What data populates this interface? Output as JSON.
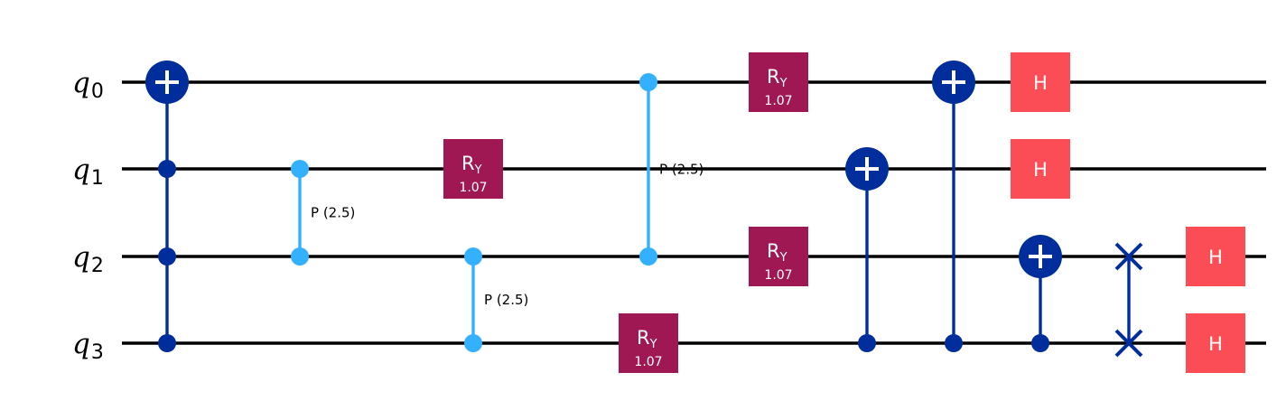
{
  "circuit": {
    "qubits": [
      {
        "name": "q",
        "index": "0"
      },
      {
        "name": "q",
        "index": "1"
      },
      {
        "name": "q",
        "index": "2"
      },
      {
        "name": "q",
        "index": "3"
      }
    ],
    "colors": {
      "wire": "#000000",
      "cx": "#002d9c",
      "cp": "#33b1ff",
      "ry": "#9f1853",
      "h": "#fa4d56",
      "swap": "#002d9c"
    },
    "gates": [
      {
        "type": "mcx",
        "target": 0,
        "controls": [
          1,
          2,
          3
        ],
        "col": 0
      },
      {
        "type": "cp",
        "qubits": [
          1,
          2
        ],
        "col": 1,
        "label": "P (2.5)"
      },
      {
        "type": "ry",
        "qubit": 1,
        "col": 2,
        "main": "R",
        "sub": "Y",
        "param": "1.07"
      },
      {
        "type": "cp",
        "qubits": [
          2,
          3
        ],
        "col": 2,
        "label": "P (2.5)"
      },
      {
        "type": "cp",
        "qubits": [
          0,
          2
        ],
        "col": 3,
        "label": "P (2.5)"
      },
      {
        "type": "ry",
        "qubit": 3,
        "col": 3,
        "main": "R",
        "sub": "Y",
        "param": "1.07"
      },
      {
        "type": "ry",
        "qubit": 0,
        "col": 4,
        "main": "R",
        "sub": "Y",
        "param": "1.07"
      },
      {
        "type": "ry",
        "qubit": 2,
        "col": 4,
        "main": "R",
        "sub": "Y",
        "param": "1.07"
      },
      {
        "type": "cx",
        "target": 1,
        "controls": [
          3
        ],
        "col": 5
      },
      {
        "type": "cx",
        "target": 0,
        "controls": [
          3
        ],
        "col": 6
      },
      {
        "type": "h",
        "qubit": 0,
        "col": 7,
        "label": "H"
      },
      {
        "type": "h",
        "qubit": 1,
        "col": 7,
        "label": "H"
      },
      {
        "type": "cx",
        "target": 2,
        "controls": [
          3
        ],
        "col": 7
      },
      {
        "type": "swap",
        "qubits": [
          2,
          3
        ],
        "col": 8
      },
      {
        "type": "h",
        "qubit": 2,
        "col": 9,
        "label": "H"
      },
      {
        "type": "h",
        "qubit": 3,
        "col": 9,
        "label": "H"
      }
    ]
  }
}
